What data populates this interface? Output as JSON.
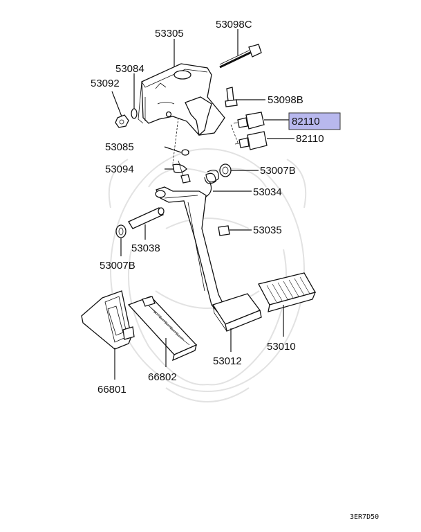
{
  "highlight_color": "#b8b8ee",
  "watermark": "samurai-crest-watermark",
  "labels": {
    "p53305": "53305",
    "p53098C": "53098C",
    "p53084": "53084",
    "p53092": "53092",
    "p53098B": "53098B",
    "p82110_hl": "82110",
    "p82110": "82110",
    "p53085": "53085",
    "p53094": "53094",
    "p53007B_top": "53007B",
    "p53034": "53034",
    "p53035": "53035",
    "p53038": "53038",
    "p53007B_bottom": "53007B",
    "p53010": "53010",
    "p53012": "53012",
    "p66802": "66802",
    "p66801": "66801"
  },
  "ref_code": "3ER7D50"
}
